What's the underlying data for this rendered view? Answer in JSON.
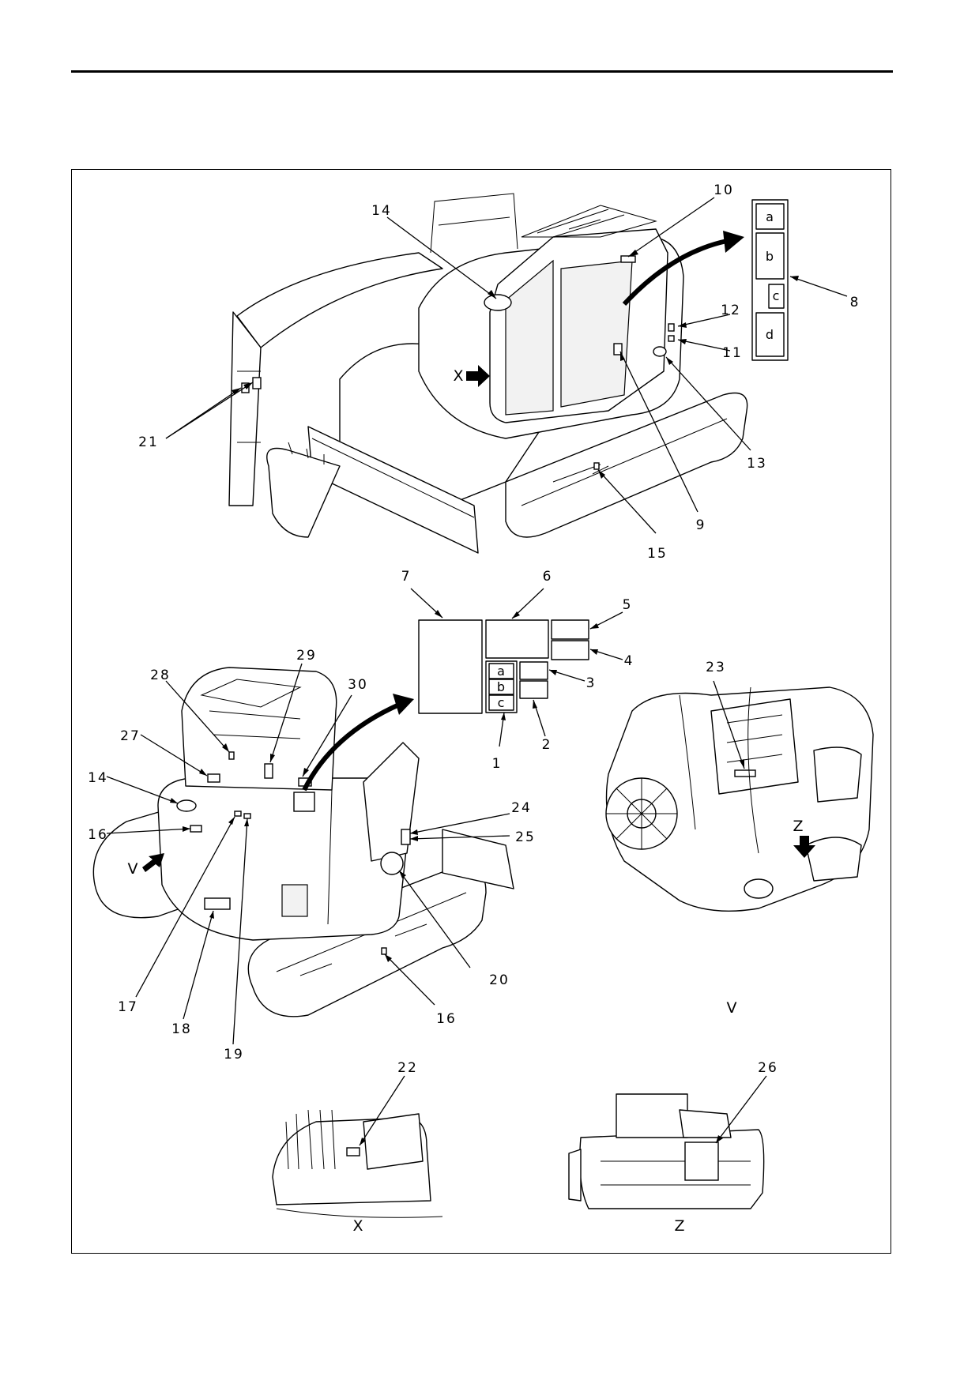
{
  "callouts": {
    "c1": "1",
    "c2": "2",
    "c3": "3",
    "c4": "4",
    "c5": "5",
    "c6": "6",
    "c7": "7",
    "c8": "8",
    "c9": "9",
    "c10": "10",
    "c11": "11",
    "c12": "12",
    "c13": "13",
    "c14_top": "14",
    "c14_rear": "14",
    "c15": "15",
    "c16_left": "16",
    "c16_bottom": "16",
    "c17": "17",
    "c18": "18",
    "c19": "19",
    "c20": "20",
    "c21": "21",
    "c22": "22",
    "c23": "23",
    "c24": "24",
    "c25": "25",
    "c26": "26",
    "c27": "27",
    "c28": "28",
    "c29": "29",
    "c30": "30"
  },
  "view_markers": {
    "x_arrow": "X",
    "v_arrow": "V",
    "z_arrow": "Z"
  },
  "view_captions": {
    "engine": "V",
    "detail_x": "X",
    "detail_z": "Z"
  },
  "label_panel_8": {
    "a": "a",
    "b": "b",
    "c": "c",
    "d": "d"
  },
  "label_panel_center": {
    "a": "a",
    "b": "b",
    "c": "c"
  }
}
